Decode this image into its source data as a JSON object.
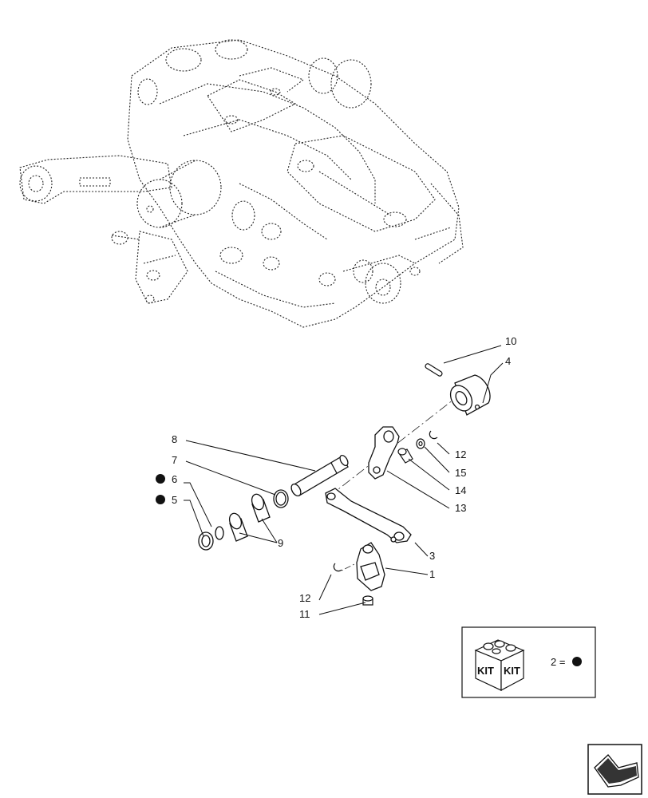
{
  "callouts": {
    "c1": "1",
    "c3": "3",
    "c4": "4",
    "c5": "5",
    "c6": "6",
    "c7": "7",
    "c8": "8",
    "c9": "9",
    "c10": "10",
    "c11": "11",
    "c12a": "12",
    "c12b": "12",
    "c13": "13",
    "c14": "14",
    "c15": "15"
  },
  "kit_legend": {
    "icon_text_left": "KIT",
    "icon_text_right": "KIT",
    "label": "2 ="
  },
  "nav": {
    "icon": "next-page-arrow-icon"
  }
}
